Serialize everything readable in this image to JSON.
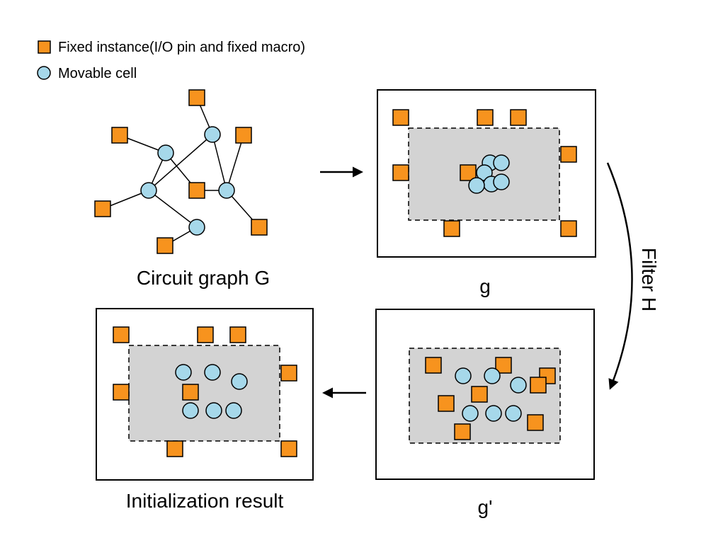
{
  "legend": {
    "fixed_label": "Fixed instance(I/O pin and fixed macro)",
    "movable_label": "Movable cell"
  },
  "captions": {
    "graph": "Circuit graph G",
    "g": "g",
    "g_prime": "g'",
    "init": "Initialization result"
  },
  "filter_label": "Filter H",
  "colors": {
    "fixed": "#f7931e",
    "movable": "#a6d8ea",
    "region": "#d3d3d3",
    "stroke": "#000000"
  },
  "icons": {
    "fixed": "orange-square-icon",
    "movable": "blue-circle-icon"
  }
}
